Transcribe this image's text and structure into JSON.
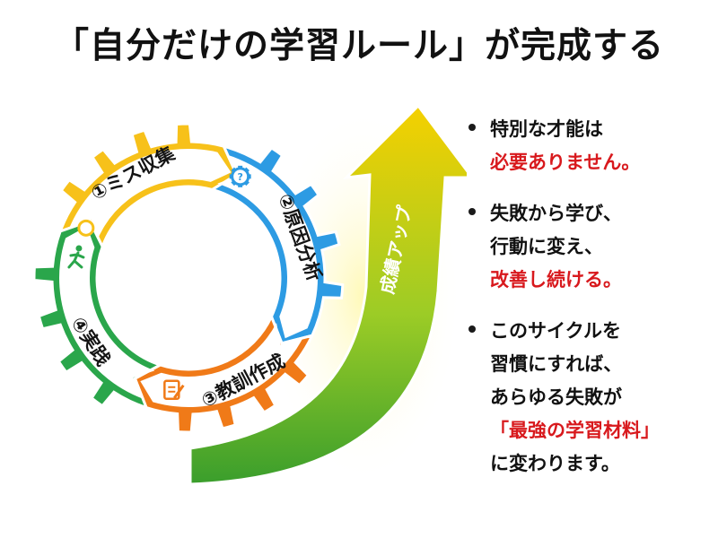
{
  "title": "「自分だけの学習ルール」が完成する",
  "cycle": {
    "steps": [
      {
        "label": "①ミス収集",
        "color": "#f7c11a",
        "icon": "ring-icon"
      },
      {
        "label": "②原因分析",
        "color": "#2d9be3",
        "icon": "gear-question-icon"
      },
      {
        "label": "③教訓作成",
        "color": "#f07a18",
        "icon": "notepad-pencil-icon"
      },
      {
        "label": "④実践",
        "color": "#2aa64b",
        "icon": "runner-icon"
      }
    ],
    "growth_arrow": {
      "label": "成績アップ",
      "color_top": "#f5d000",
      "color_bottom": "#3a9e2c"
    }
  },
  "bullets": [
    {
      "lines": [
        {
          "text": "特別な才能は",
          "highlight": false
        },
        {
          "text": "必要ありません。",
          "highlight": true
        }
      ]
    },
    {
      "lines": [
        {
          "text": "失敗から学び、",
          "highlight": false
        },
        {
          "text": "行動に変え、",
          "highlight": false
        },
        {
          "text": "改善し続ける。",
          "highlight": true
        }
      ]
    },
    {
      "lines": [
        {
          "text": "このサイクルを",
          "highlight": false
        },
        {
          "text": "習慣にすれば、",
          "highlight": false
        },
        {
          "text": "あらゆる失敗が",
          "highlight": false
        },
        {
          "text": "「最強の学習材料」",
          "highlight": true
        },
        {
          "text": "に変わります。",
          "highlight": false
        }
      ]
    }
  ],
  "colors": {
    "text": "#111111",
    "highlight": "#d8191d"
  }
}
